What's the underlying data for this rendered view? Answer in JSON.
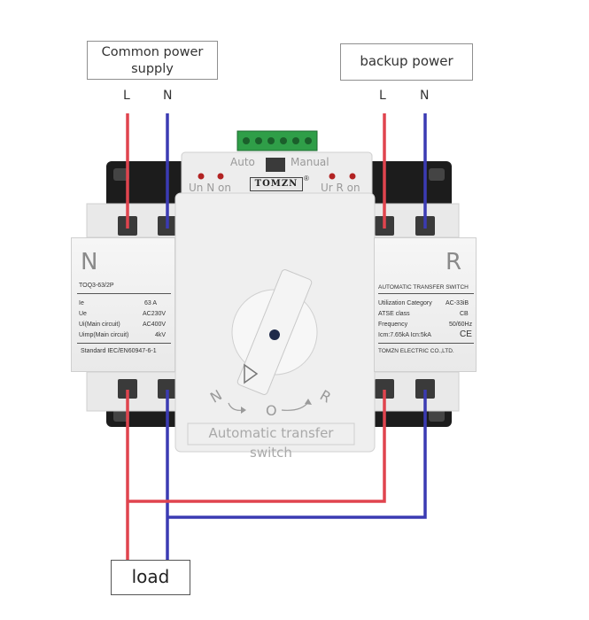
{
  "labels": {
    "common_power": "Common power\nsupply",
    "backup_power": "backup power",
    "load": "load"
  },
  "terminals": {
    "common_l": "L",
    "common_n": "N",
    "backup_l": "L",
    "backup_n": "N"
  },
  "device": {
    "brand": "TOMZN",
    "brand_mark": "®",
    "mode_auto": "Auto",
    "mode_manual": "Manual",
    "indicator_left": "Un N on",
    "indicator_right": "Ur R on",
    "bottom_embossed": "Automatic transfer switch",
    "dial_n": "N",
    "dial_o": "O",
    "dial_r": "R"
  },
  "left_module": {
    "letter": "N",
    "model": "TOQ3-63/2P",
    "specs": [
      {
        "name": "Ie",
        "value": "63 A"
      },
      {
        "name": "Ue",
        "value": "AC230V"
      },
      {
        "name": "Ui(Main circuit)",
        "value": "AC400V"
      },
      {
        "name": "Uimp(Main circuit)",
        "value": "4kV"
      }
    ],
    "standard": "Standard IEC/EN60947-6-1"
  },
  "right_module": {
    "letter": "R",
    "title": "AUTOMATIC TRANSFER SWITCH",
    "specs": [
      {
        "name": "Utilization Category",
        "value": "AC-33iB"
      },
      {
        "name": "ATSE class",
        "value": "CB"
      },
      {
        "name": "Frequency",
        "value": "50/60Hz"
      }
    ],
    "icm": "Icm:7.65kA Icn:5kA",
    "ce": "CE",
    "maker": "TOMZN ELECTRIC CO.,LTD."
  },
  "colors": {
    "line_wire": "#e0444e",
    "neutral_wire": "#3b3bb3",
    "body": "#ededed",
    "din_rail": "#1c1c1c"
  }
}
